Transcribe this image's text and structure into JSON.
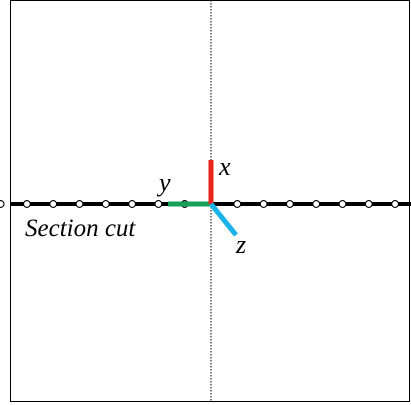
{
  "diagram": {
    "labels": {
      "x_axis": "x",
      "y_axis": "y",
      "z_axis": "z",
      "section": "Section cut"
    },
    "colors": {
      "frame": "#000000",
      "member": "#000000",
      "centerline": "#000000",
      "node_fill": "#ffffff",
      "x_axis": "#e8231a",
      "y_axis": "#18a05a",
      "z_axis": "#1ab2e8",
      "background": "#ffffff"
    },
    "nodes_per_side": 8
  }
}
